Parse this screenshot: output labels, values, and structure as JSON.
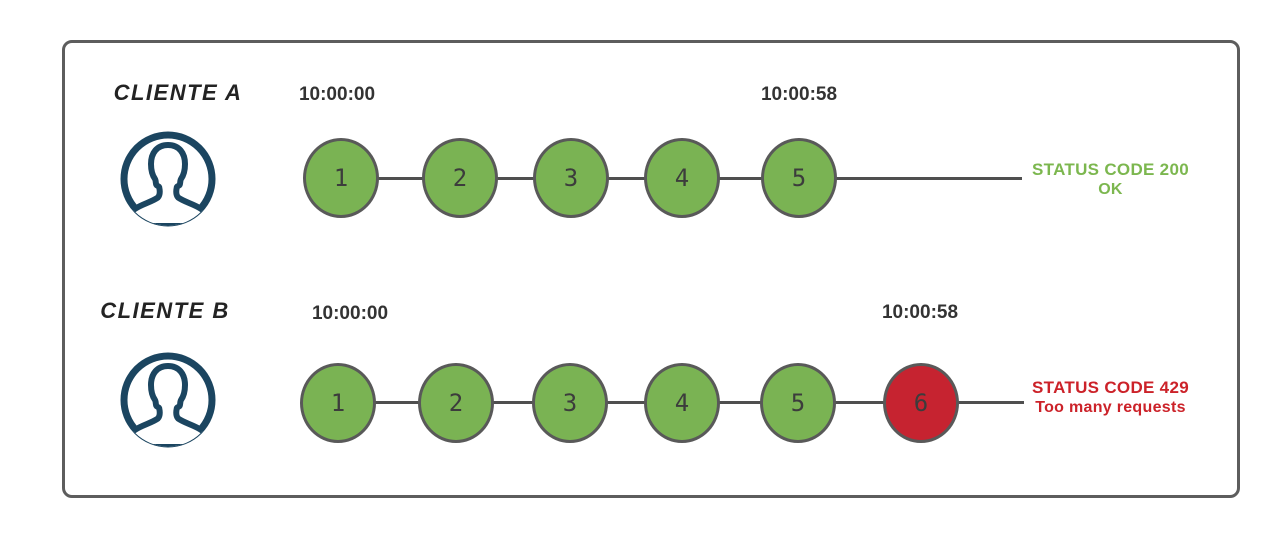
{
  "colors": {
    "request_ok": "#7ab353",
    "request_blocked": "#c62330",
    "circle_border": "#595959",
    "line": "#4f4f4f",
    "avatar": "#1b4560",
    "status_ok": "#7cb74f",
    "status_error": "#cc2229",
    "timestamp": "#333333",
    "client_label": "#232323",
    "frame_border": "#5d5d5d"
  },
  "rows": [
    {
      "client": "CLIENTE A",
      "start_time": "10:00:00",
      "end_time": "10:00:58",
      "requests": [
        {
          "label": "1",
          "status": "ok"
        },
        {
          "label": "2",
          "status": "ok"
        },
        {
          "label": "3",
          "status": "ok"
        },
        {
          "label": "4",
          "status": "ok"
        },
        {
          "label": "5",
          "status": "ok"
        }
      ],
      "status": {
        "line1": "STATUS CODE 200",
        "line2": "OK"
      }
    },
    {
      "client": "CLIENTE B",
      "start_time": "10:00:00",
      "end_time": "10:00:58",
      "requests": [
        {
          "label": "1",
          "status": "ok"
        },
        {
          "label": "2",
          "status": "ok"
        },
        {
          "label": "3",
          "status": "ok"
        },
        {
          "label": "4",
          "status": "ok"
        },
        {
          "label": "5",
          "status": "ok"
        },
        {
          "label": "6",
          "status": "blocked"
        }
      ],
      "status": {
        "line1": "STATUS CODE 429",
        "line2": "Too many requests"
      }
    }
  ]
}
